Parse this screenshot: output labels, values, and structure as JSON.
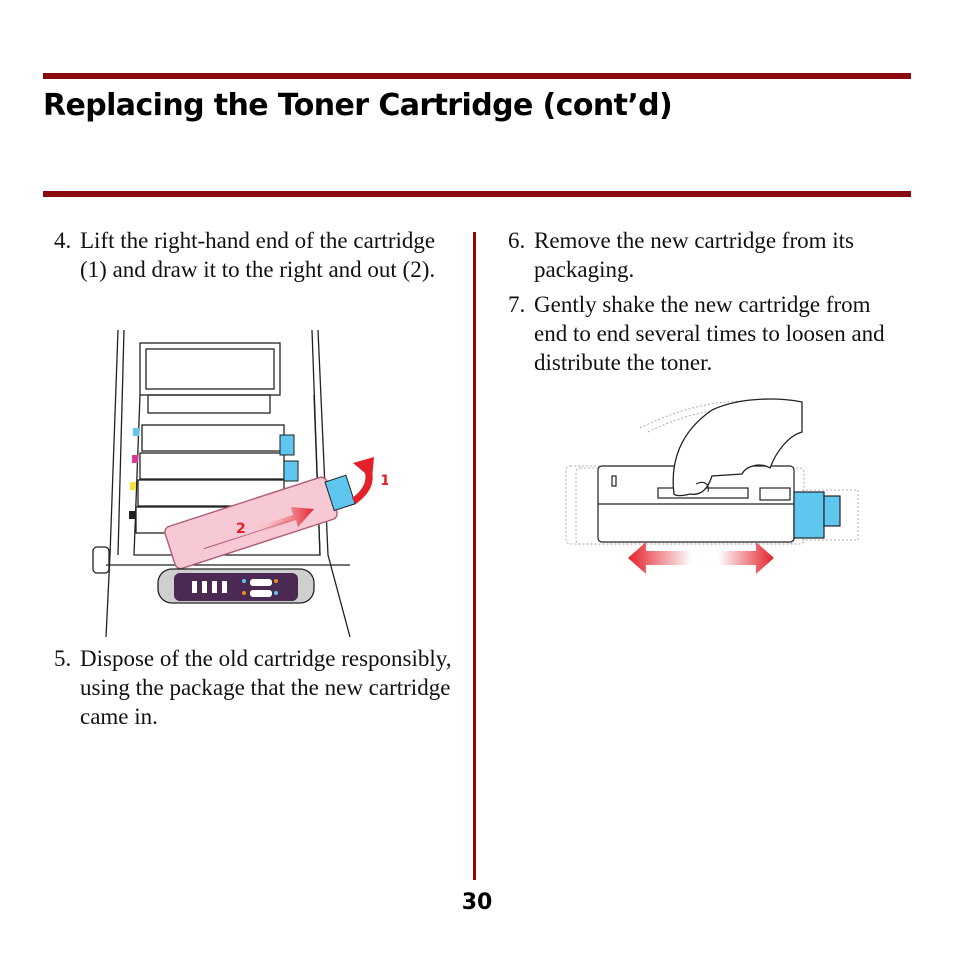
{
  "header": {
    "title": "Replacing the Toner Cartridge (cont’d)",
    "rule_color": "#8b0a10"
  },
  "steps": [
    {
      "number": "4.",
      "text": "Lift the right-hand end of the cartridge (1) and draw it to the right and out (2)."
    },
    {
      "number": "5.",
      "text": "Dispose of the old cartridge responsibly, using the package that the new cartridge came in."
    },
    {
      "number": "6.",
      "text": "Remove the new cartridge from its packaging."
    },
    {
      "number": "7.",
      "text": "Gently shake the new cartridge from end to end several times to loosen and distribute the toner."
    }
  ],
  "figure1": {
    "callout_1": "1",
    "callout_2": "2",
    "cartridge_color": "#f7c9d4",
    "accent_color": "#5fc6ef",
    "arrow_color": "#e4202a"
  },
  "figure2": {
    "accent_color": "#5fc6ef",
    "arrow_color": "#e4202a"
  },
  "footer": {
    "page_number": "30"
  }
}
